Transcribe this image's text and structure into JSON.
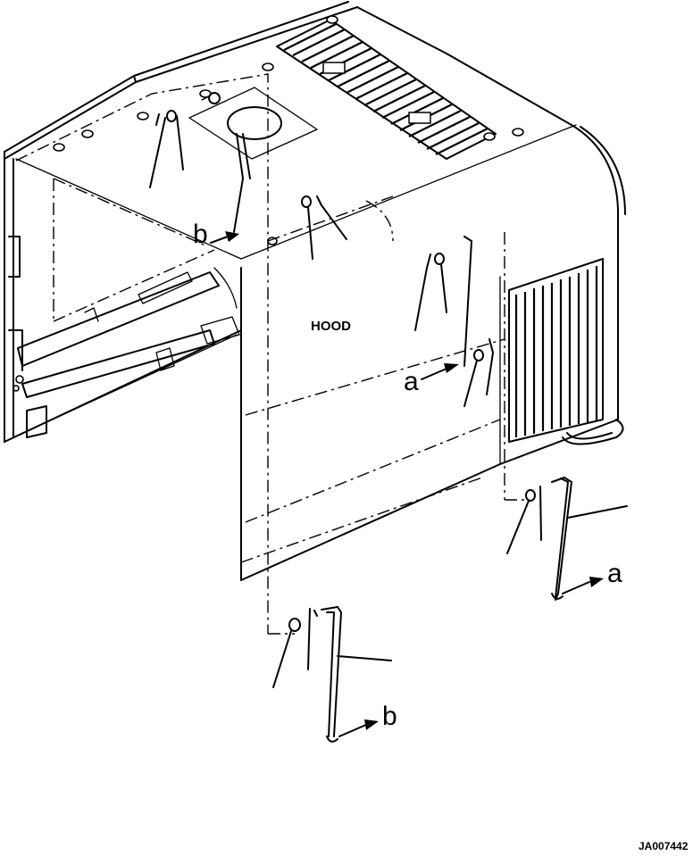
{
  "diagram": {
    "part_label": "HOOD",
    "callout_a": "a",
    "callout_b": "b",
    "drawing_code": "JA007442"
  }
}
